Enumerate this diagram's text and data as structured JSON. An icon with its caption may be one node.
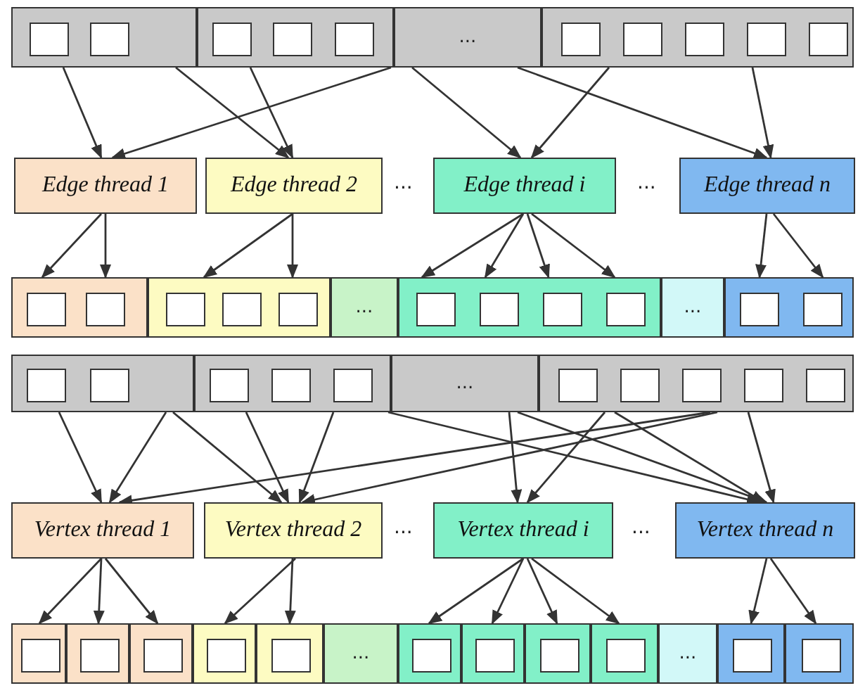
{
  "diagram": {
    "nodes": [
      {
        "text": [],
        "shape": "box"
      },
      {
        "text": [],
        "shape": "box",
        "in": 0
      },
      {
        "text": [],
        "shape": "box",
        "in": 0
      },
      {
        "text": [],
        "shape": "box"
      },
      {
        "text": [],
        "shape": "box",
        "in": 3
      },
      {
        "text": [],
        "shape": "box",
        "in": 3
      },
      {
        "text": [],
        "shape": "box",
        "in": 3
      },
      {
        "text": [
          "..."
        ]
      },
      {
        "text": [],
        "shape": "box"
      },
      {
        "text": [],
        "shape": "box",
        "in": 8
      },
      {
        "text": [],
        "shape": "box",
        "in": 8
      },
      {
        "text": [],
        "shape": "box",
        "in": 8
      },
      {
        "text": [],
        "shape": "box",
        "in": 8
      },
      {
        "text": [],
        "shape": "box",
        "in": 8
      },
      {
        "text": [
          "Edge thread 1"
        ]
      },
      {
        "text": [
          "Edge thread 2"
        ]
      },
      {
        "text": [
          "Edge thread i"
        ]
      },
      {
        "text": [
          "Edge thread n"
        ]
      },
      {
        "text": [],
        "shape": "box"
      },
      {
        "text": [],
        "shape": "box",
        "in": 18
      },
      {
        "text": [],
        "shape": "box",
        "in": 18
      },
      {
        "text": [],
        "shape": "box"
      },
      {
        "text": [],
        "shape": "box",
        "in": 21
      },
      {
        "text": [],
        "shape": "box",
        "in": 21
      },
      {
        "text": [],
        "shape": "box",
        "in": 21
      },
      {
        "text": [
          "..."
        ]
      },
      {
        "text": [],
        "shape": "box"
      },
      {
        "text": [],
        "shape": "box",
        "in": 26
      },
      {
        "text": [],
        "shape": "box",
        "in": 26
      },
      {
        "text": [],
        "shape": "box",
        "in": 26
      },
      {
        "text": [],
        "shape": "box",
        "in": 26
      },
      {
        "text": [
          "..."
        ]
      },
      {
        "text": [],
        "shape": "box"
      },
      {
        "text": [],
        "shape": "box",
        "in": 32
      },
      {
        "text": [],
        "shape": "box",
        "in": 32
      },
      {
        "text": [],
        "shape": "box"
      },
      {
        "text": [],
        "shape": "box",
        "in": 35
      },
      {
        "text": [],
        "shape": "box",
        "in": 35
      },
      {
        "text": [],
        "shape": "box"
      },
      {
        "text": [],
        "shape": "box",
        "in": 38
      },
      {
        "text": [],
        "shape": "box",
        "in": 38
      },
      {
        "text": [],
        "shape": "box",
        "in": 38
      },
      {
        "text": [
          "..."
        ]
      },
      {
        "text": [],
        "shape": "box"
      },
      {
        "text": [],
        "shape": "box",
        "in": 43
      },
      {
        "text": [],
        "shape": "box",
        "in": 43
      },
      {
        "text": [],
        "shape": "box",
        "in": 43
      },
      {
        "text": [],
        "shape": "box",
        "in": 43
      },
      {
        "text": [],
        "shape": "box",
        "in": 43
      },
      {
        "text": [
          "Vertex thread 1"
        ]
      },
      {
        "text": [
          "Vertex thread 2"
        ]
      },
      {
        "text": [
          "Vertex thread i"
        ]
      },
      {
        "text": [
          "Vertex thread n"
        ]
      },
      {
        "text": [],
        "shape": "box"
      },
      {
        "text": [],
        "shape": "box",
        "in": 53
      },
      {
        "text": [],
        "shape": "box"
      },
      {
        "text": [],
        "shape": "box",
        "in": 55
      },
      {
        "text": [],
        "shape": "box"
      },
      {
        "text": [],
        "shape": "box",
        "in": 57
      },
      {
        "text": [],
        "shape": "box"
      },
      {
        "text": [],
        "shape": "box",
        "in": 59
      },
      {
        "text": [],
        "shape": "box"
      },
      {
        "text": [],
        "shape": "box",
        "in": 61
      },
      {
        "text": [
          "..."
        ]
      },
      {
        "text": [],
        "shape": "box"
      },
      {
        "text": [],
        "shape": "box",
        "in": 64
      },
      {
        "text": [],
        "shape": "box"
      },
      {
        "text": [],
        "shape": "box",
        "in": 66
      },
      {
        "text": [],
        "shape": "box"
      },
      {
        "text": [],
        "shape": "box",
        "in": 68
      },
      {
        "text": [],
        "shape": "box"
      },
      {
        "text": [],
        "shape": "box",
        "in": 70
      },
      {
        "text": [
          "..."
        ]
      },
      {
        "text": [],
        "shape": "box"
      },
      {
        "text": [],
        "shape": "box",
        "in": 73
      },
      {
        "text": [],
        "shape": "box"
      },
      {
        "text": [],
        "shape": "box",
        "in": 75
      }
    ],
    "edges": [
      {
        "from": 0,
        "to": 14,
        "arrow": "to"
      },
      {
        "from": 0,
        "to": 15,
        "arrow": "to"
      },
      {
        "from": 3,
        "to": 15,
        "arrow": "to"
      },
      {
        "from": 3,
        "to": 14,
        "arrow": "to"
      },
      {
        "from": 7,
        "to": 16,
        "arrow": "to"
      },
      {
        "from": 7,
        "to": 17,
        "arrow": "to"
      },
      {
        "from": 8,
        "to": 16,
        "arrow": "to"
      },
      {
        "from": 8,
        "to": 17,
        "arrow": "to"
      },
      {
        "from": 14,
        "to": 18,
        "arrow": "to"
      },
      {
        "from": 14,
        "to": 18,
        "arrow": "to"
      },
      {
        "from": 15,
        "to": 21,
        "arrow": "to"
      },
      {
        "from": 15,
        "to": 21,
        "arrow": "to"
      },
      {
        "from": 16,
        "to": 26,
        "arrow": "to"
      },
      {
        "from": 16,
        "to": 26,
        "arrow": "to"
      },
      {
        "from": 16,
        "to": 26,
        "arrow": "to"
      },
      {
        "from": 16,
        "to": 26,
        "arrow": "to"
      },
      {
        "from": 17,
        "to": 32,
        "arrow": "to"
      },
      {
        "from": 17,
        "to": 32,
        "arrow": "to"
      },
      {
        "from": 35,
        "to": 49,
        "arrow": "to"
      },
      {
        "from": 35,
        "to": 49,
        "arrow": "to"
      },
      {
        "from": 35,
        "to": 50,
        "arrow": "to"
      },
      {
        "from": 38,
        "to": 50,
        "arrow": "to"
      },
      {
        "from": 38,
        "to": 50,
        "arrow": "to"
      },
      {
        "from": 38,
        "to": 52,
        "arrow": "to"
      },
      {
        "from": 42,
        "to": 51,
        "arrow": "to"
      },
      {
        "from": 42,
        "to": 52,
        "arrow": "to"
      },
      {
        "from": 43,
        "to": 51,
        "arrow": "to"
      },
      {
        "from": 43,
        "to": 52,
        "arrow": "to"
      },
      {
        "from": 43,
        "to": 52,
        "arrow": "to"
      },
      {
        "from": 43,
        "to": 49,
        "arrow": "to"
      },
      {
        "from": 43,
        "to": 50,
        "arrow": "to"
      },
      {
        "from": 49,
        "to": 53,
        "arrow": "to"
      },
      {
        "from": 49,
        "to": 55,
        "arrow": "to"
      },
      {
        "from": 49,
        "to": 57,
        "arrow": "to"
      },
      {
        "from": 50,
        "to": 59,
        "arrow": "to"
      },
      {
        "from": 50,
        "to": 61,
        "arrow": "to"
      },
      {
        "from": 51,
        "to": 64,
        "arrow": "to"
      },
      {
        "from": 51,
        "to": 66,
        "arrow": "to"
      },
      {
        "from": 51,
        "to": 68,
        "arrow": "to"
      },
      {
        "from": 51,
        "to": 70,
        "arrow": "to"
      },
      {
        "from": 52,
        "to": 73,
        "arrow": "to"
      },
      {
        "from": 52,
        "to": 75,
        "arrow": "to"
      }
    ],
    "labels": [
      "...",
      "...",
      "...",
      "..."
    ]
  }
}
